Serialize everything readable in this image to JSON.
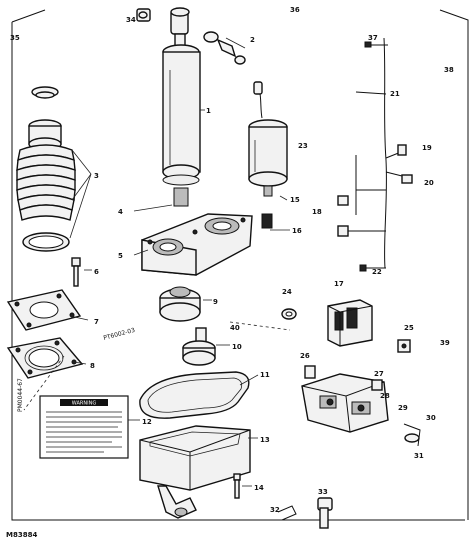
{
  "figure_id": "M83884",
  "callouts": [
    "1",
    "2",
    "3",
    "4",
    "5",
    "6",
    "7",
    "8",
    "9",
    "10",
    "11",
    "12",
    "13",
    "14",
    "15",
    "16",
    "17",
    "18",
    "19",
    "20",
    "21",
    "22",
    "23",
    "24",
    "25",
    "26",
    "27",
    "28",
    "29",
    "30",
    "31",
    "32",
    "33",
    "34",
    "35",
    "36",
    "37",
    "38",
    "39",
    "40"
  ],
  "side_notes": {
    "left_lower": "PM0044-67",
    "left_mid": "PT6002-03"
  }
}
